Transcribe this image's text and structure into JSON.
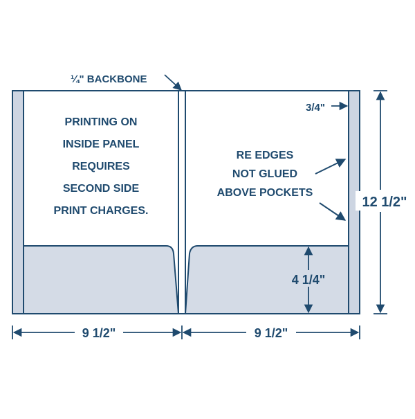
{
  "colors": {
    "ink": "#1f4a6e",
    "edge_fill": "#cdd5e2",
    "pocket_fill": "#d4dbe6",
    "panel_fill": "#ffffff"
  },
  "labels": {
    "backbone": "¼\" BACKBONE",
    "left_panel_lines": [
      "PRINTING ON",
      "INSIDE PANEL",
      "REQUIRES",
      "SECOND SIDE",
      "PRINT CHARGES."
    ],
    "right_panel_lines": [
      "RE EDGES",
      "NOT GLUED",
      "ABOVE POCKETS"
    ],
    "dim_three_quarter": "3/4\"",
    "dim_pocket_height": "4 1/4\"",
    "dim_height": "12 1/2\"",
    "dim_left_width": "9 1/2\"",
    "dim_right_width": "9 1/2\""
  }
}
